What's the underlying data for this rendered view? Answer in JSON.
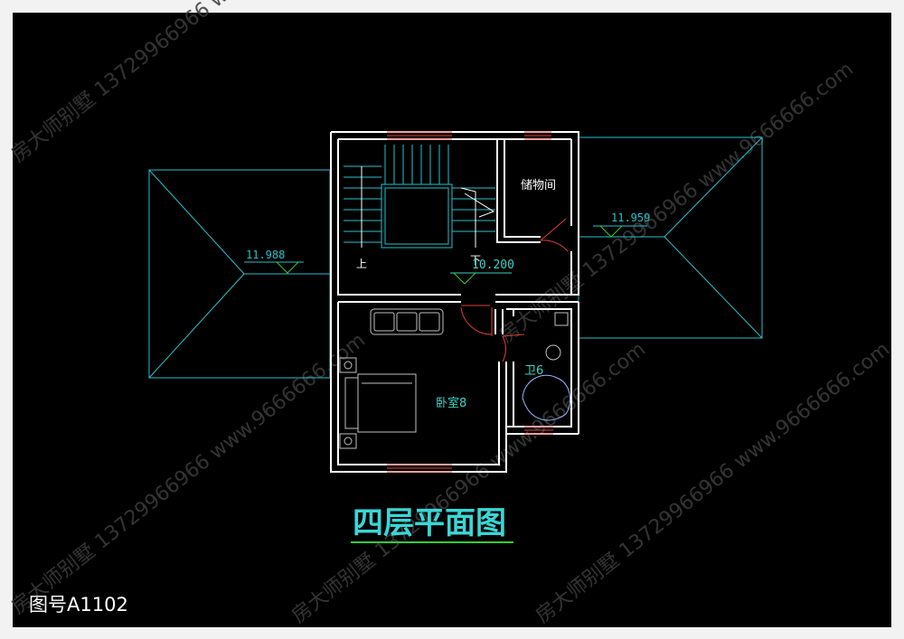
{
  "drawing": {
    "title": "四层平面图",
    "drawing_number": "图号A1102",
    "watermark_lines": [
      "房大师别墅 13729966966 www.9666666.com",
      "房大师别墅 13729966966 www.9666666.com"
    ],
    "colors": {
      "background": "#000000",
      "frame": "#f2f2f2",
      "wall": "#ffffff",
      "roof": "#22c4cc",
      "window": "#e0413b",
      "door": "#e0413b",
      "furniture": "#bfbfbf",
      "label": "#39d6c6",
      "title": "#39d6d6",
      "title_underline": "#33cc33",
      "watermark": "#3a3a3a"
    }
  },
  "rooms": {
    "storage": "储物间",
    "bedroom": "卧室8",
    "bathroom": "卫6"
  },
  "stairs": {
    "up_label": "上",
    "down_label": "下"
  },
  "elevations": {
    "left_roof": "11.988",
    "right_roof": "11.959",
    "floor": "10.200"
  }
}
